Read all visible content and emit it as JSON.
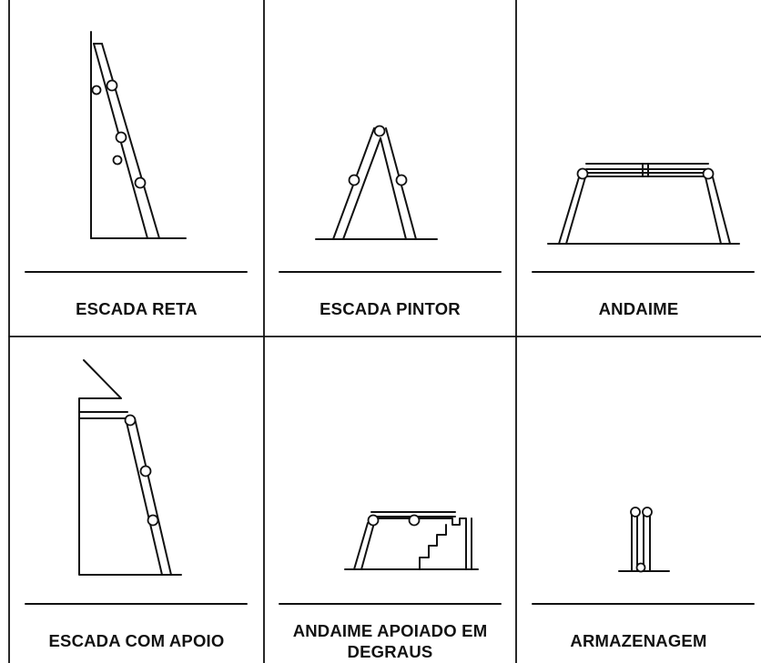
{
  "panels": [
    {
      "label": "ESCADA RETA"
    },
    {
      "label": "ESCADA PINTOR"
    },
    {
      "label": "ANDAIME"
    },
    {
      "label": "ESCADA COM APOIO"
    },
    {
      "label": "ANDAIME APOIADO EM DEGRAUS"
    },
    {
      "label": "ARMAZENAGEM"
    }
  ]
}
